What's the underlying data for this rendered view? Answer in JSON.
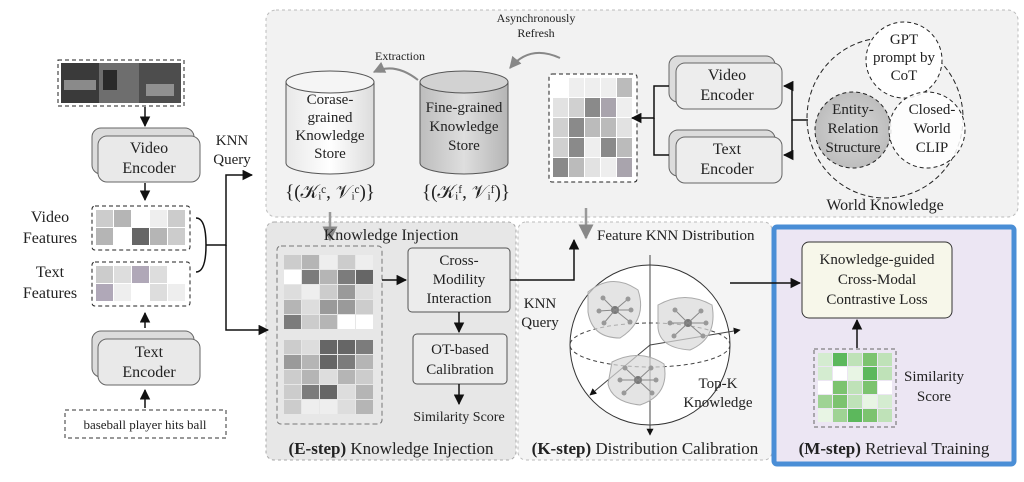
{
  "colors": {
    "accent_border": "#4a8ed6",
    "retrieval_panel": "#ece6f3",
    "knowledge_panel": "#f2f2f2",
    "injection_panel": "#e7e7e7",
    "calibration_panel": "#f4f4f4",
    "loss_box": "#f7f7ea",
    "similarity_green": "#5cb85c"
  },
  "icons": [
    "video-frames-thumbnail",
    "database-cylinder",
    "feature-grid",
    "sphere-clusters"
  ],
  "input": {
    "video_encoder": [
      "Video",
      "Encoder"
    ],
    "text_encoder": [
      "Text",
      "Encoder"
    ],
    "video_features": [
      "Video",
      "Features"
    ],
    "text_features": [
      "Text",
      "Features"
    ],
    "caption": "baseball player hits ball"
  },
  "knowledge": {
    "extraction": "Extraction",
    "async_refresh": [
      "Asynchronously",
      "Refresh"
    ],
    "coarse_store": [
      "Corase-",
      "grained",
      "Knowledge",
      "Store"
    ],
    "fine_store": [
      "Fine-grained",
      "Knowledge",
      "Store"
    ],
    "coarse_formula": "{(𝒦ᵢᶜ, 𝒱ᵢᶜ)}",
    "fine_formula": "{(𝒦ᵢᶠ, 𝒱ᵢᶠ)}",
    "video_encoder": [
      "Video",
      "Encoder"
    ],
    "text_encoder": [
      "Text",
      "Encoder"
    ],
    "gpt": [
      "GPT",
      "prompt by",
      "CoT"
    ],
    "entity": [
      "Entity-",
      "Relation",
      "Structure"
    ],
    "closed_world": [
      "Closed-",
      "World",
      "CLIP"
    ],
    "world_knowledge": "World Knowledge",
    "knn_query": [
      "KNN",
      "Query"
    ]
  },
  "estep": {
    "title": "Knowledge Injection",
    "cross_modility": [
      "Cross-",
      "Modility",
      "Interaction"
    ],
    "ot_calibration": [
      "OT-based",
      "Calibration"
    ],
    "similarity_score": "Similarity Score",
    "label_bold": "(E-step)",
    "label_rest": " Knowledge Injection"
  },
  "kstep": {
    "feature_knn": "Feature KNN Distribution",
    "knn_query": [
      "KNN",
      "Query"
    ],
    "topk": [
      "Top-K",
      "Knowledge"
    ],
    "label_bold": "(K-step)",
    "label_rest": " Distribution Calibration"
  },
  "mstep": {
    "loss": [
      "Knowledge-guided",
      "Cross-Modal",
      "Contrastive Loss"
    ],
    "similarity": [
      "Similarity",
      "Score"
    ],
    "label_bold": "(M-step)",
    "label_rest": " Retrieval Training"
  }
}
